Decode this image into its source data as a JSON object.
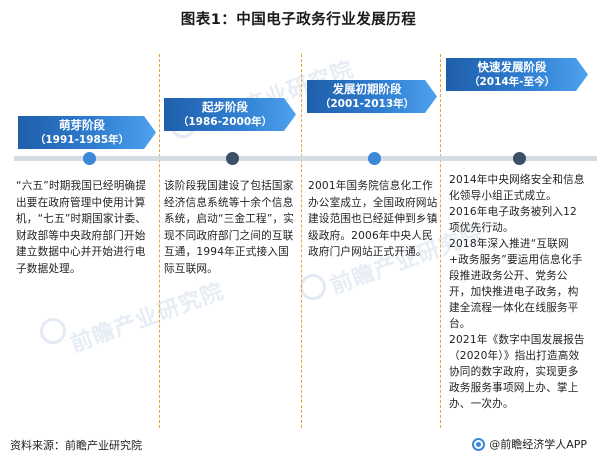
{
  "title": "图表1：中国电子政务行业发展历程",
  "watermarks": [
    "前瞻产业研究院",
    "前瞻产业研究院",
    "前瞻产业研究院"
  ],
  "stages": [
    {
      "name": "萌芽阶段",
      "period": "（1991-1985年）",
      "description": [
        "“六五”时期我国已经明确提出要在政府管理中使用计算机，“七五”时期国家计委、财政部等中央政府部门开始建立数据中心并开始进行电子数据处理。"
      ]
    },
    {
      "name": "起步阶段",
      "period": "（1986-2000年）",
      "description": [
        "该阶段我国建设了包括国家经济信息系统等十余个信息系统，启动“三金工程”，实现不同政府部门之间的互联互通，1994年正式接入国际互联网。"
      ]
    },
    {
      "name": "发展初期阶段",
      "period": "（2001-2013年）",
      "description": [
        "2001年国务院信息化工作办公室成立，全国政府网站建设范围也已经延伸到乡镇级政府。2006年中央人民政府门户网站正式开通。"
      ]
    },
    {
      "name": "快速发展阶段",
      "period": "（2014年-至今）",
      "description": [
        "2014年中央网络安全和信息化领导小组正式成立。",
        "2016年电子政务被列入12项优先行动。",
        "2018年深入推进“互联网+政务服务”要运用信息化手段推进政务公开、党务公开，加快推进电子政务，构建全流程一体化在线服务平台。",
        "2021年《数字中国发展报告（2020年）》指出打造高效协同的数字政府，实现更多政务服务事项网上办、掌上办、一次办。"
      ]
    }
  ],
  "footer": {
    "source": "资料来源：前瞻产业研究院",
    "brand": "@前瞻经济学人APP"
  },
  "colors": {
    "stage_dark": "#1f5faa",
    "stage_light": "#4ea2ee",
    "divider": "#f0a030",
    "timeline": "#d5dbe3",
    "dot_active": "#3b87d8",
    "dot_inactive": "#3d4f66"
  }
}
